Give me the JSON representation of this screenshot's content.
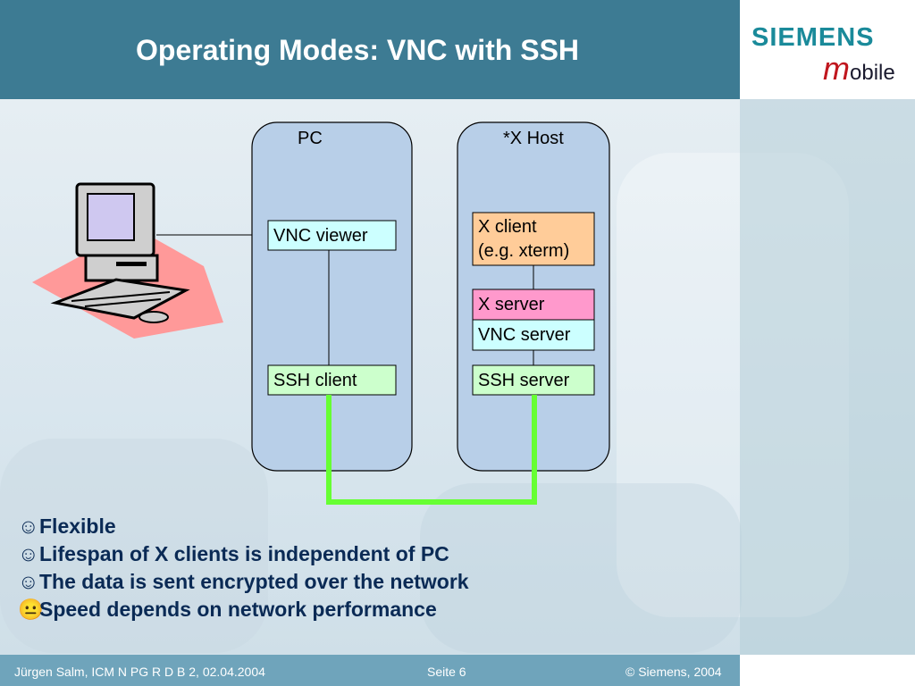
{
  "slide": {
    "title": "Operating Modes: VNC with SSH",
    "logo": {
      "brand": "SIEMENS",
      "product_m": "m",
      "product_rest": "obile"
    }
  },
  "diagram": {
    "pc_label": "PC",
    "host_label": "*X Host",
    "vnc_viewer": "VNC viewer",
    "ssh_client": "SSH client",
    "x_client_line1": "X client",
    "x_client_line2": "(e.g. xterm)",
    "x_server": "X server",
    "vnc_server": "VNC server",
    "ssh_server": "SSH server",
    "colors": {
      "panel": "#b8cfe8",
      "cyan_box": "#ccffff",
      "green_box": "#ccffcc",
      "orange_box": "#ffcc99",
      "pink_box": "#ff99cc",
      "tunnel": "#66ff33",
      "computer_shadow": "#ff9999"
    }
  },
  "bullets": [
    {
      "symbol": "☺",
      "text": "Flexible"
    },
    {
      "symbol": "☺",
      "text": "Lifespan of X clients is independent of PC"
    },
    {
      "symbol": "☺",
      "text": "The data is sent encrypted over the network"
    },
    {
      "symbol": "😐",
      "text": "Speed depends on network performance"
    }
  ],
  "footer": {
    "left": "Jürgen Salm, ICM N PG R D B 2, 02.04.2004",
    "center": "Seite 6",
    "right": "© Siemens, 2004"
  }
}
